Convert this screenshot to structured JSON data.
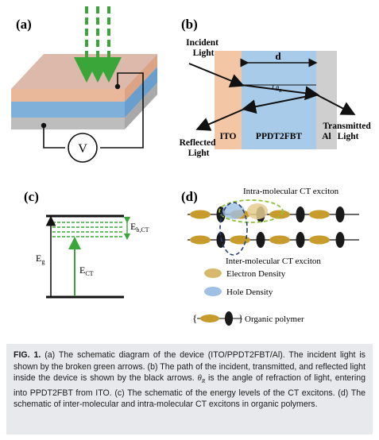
{
  "panels": {
    "a": {
      "label": "(a)",
      "voltmeter": "V"
    },
    "b": {
      "label": "(b)",
      "incident": [
        "Incident",
        "Light"
      ],
      "reflected": [
        "Reflected",
        "Light"
      ],
      "transmitted": [
        "Transmitted",
        "Light"
      ],
      "thickness": "d",
      "angle": "θ",
      "angle_sub": "R",
      "layers": [
        "ITO",
        "PPDT2FBT",
        "Al"
      ]
    },
    "c": {
      "label": "(c)",
      "eg": "E",
      "eg_sub": "g",
      "ebct": "E",
      "ebct_sub": "b,CT",
      "ect": "E",
      "ect_sub": "CT"
    },
    "d": {
      "label": "(d)",
      "intra": "Intra-molecular CT exciton",
      "inter": "Inter-molecular CT exciton",
      "legend": [
        "Electron Density",
        "Hole Density",
        "Organic polymer"
      ]
    }
  },
  "caption": {
    "fig": "FIG. 1.",
    "part1": "(a) The schematic diagram of the device (ITO/PPDT2FBT/Al). The incident light is shown by the broken green arrows. (b) The path of the incident, transmitted, and reflected light inside the device is shown by the black arrows.",
    "theta": "θ",
    "theta_sub": "R",
    "part2": "is the angle of refraction of light, entering into PPDT2FBT from ITO. (c) The schematic of the energy levels of the CT excitons. (d) The schematic of inter-molecular and intra-molecular CT excitons in organic polymers."
  },
  "colors": {
    "green": "#3aa63a",
    "ito": "#f3c7a6",
    "active": "#a7cbe8",
    "al": "#cfcfcf",
    "electron": "#d8b86a",
    "hole": "#9fc0e4"
  }
}
